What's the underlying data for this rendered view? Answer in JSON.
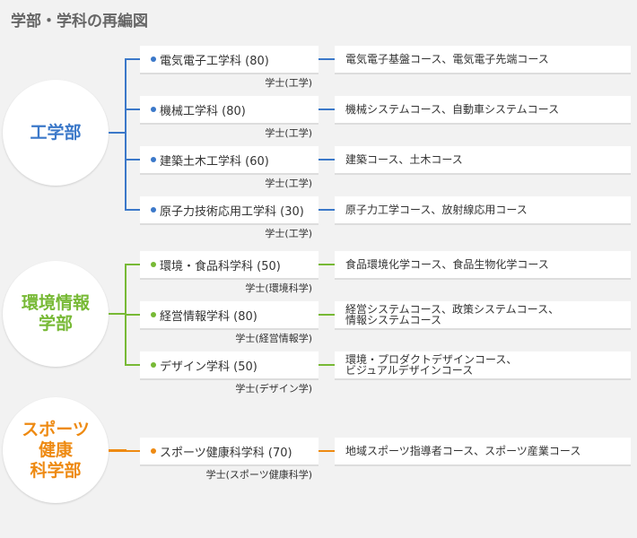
{
  "title": "学部・学科の再編図",
  "faculties": [
    {
      "name": "工学部",
      "color": "#3b78c9",
      "departments": [
        {
          "name": "電気電子工学科 (80)",
          "degree": "学士(工学)",
          "courses": "電気電子基盤コース、電気電子先端コース"
        },
        {
          "name": "機械工学科 (80)",
          "degree": "学士(工学)",
          "courses": "機械システムコース、自動車システムコース"
        },
        {
          "name": "建築土木工学科 (60)",
          "degree": "学士(工学)",
          "courses": "建築コース、土木コース"
        },
        {
          "name": "原子力技術応用工学科 (30)",
          "degree": "学士(工学)",
          "courses": "原子力工学コース、放射線応用コース"
        }
      ]
    },
    {
      "name": "環境情報\n学部",
      "color": "#77b935",
      "departments": [
        {
          "name": "環境・食品科学科 (50)",
          "degree": "学士(環境科学)",
          "courses": "食品環境化学コース、食品生物化学コース"
        },
        {
          "name": "経営情報学科 (80)",
          "degree": "学士(経営情報学)",
          "courses": "経営システムコース、政策システムコース、\n情報システムコース"
        },
        {
          "name": "デザイン学科 (50)",
          "degree": "学士(デザイン学)",
          "courses": "環境・プロダクトデザインコース、\nビジュアルデザインコース"
        }
      ]
    },
    {
      "name": "スポーツ\n健康\n科学部",
      "color": "#ee8a12",
      "departments": [
        {
          "name": "スポーツ健康科学科 (70)",
          "degree": "学士(スポーツ健康科学)",
          "courses": "地域スポーツ指導者コース、スポーツ産業コース"
        }
      ]
    }
  ]
}
